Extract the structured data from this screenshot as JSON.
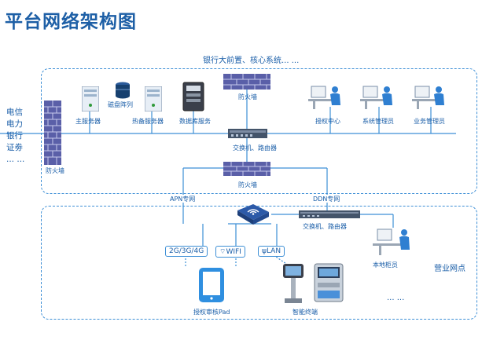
{
  "title": "平台网络架构图",
  "top_label": "银行大前置、核心系统... ...",
  "left_labels": [
    "电信",
    "电力",
    "银行",
    "证劵",
    "... ..."
  ],
  "nodes": {
    "left_firewall": "防火墙",
    "top_firewall": "防火墙",
    "mid_firewall": "防火墙",
    "main_server": "主服务器",
    "disk_array": "磁盘阵列",
    "hot_standby": "热备服务器",
    "db_server": "数据库服务",
    "switch_router_top": "交换机、路由器",
    "auth_center": "授权中心",
    "sys_admin": "系统管理员",
    "biz_admin": "业务管理员",
    "apn": "APN专网",
    "ddn": "DDN专网",
    "switch_router_bottom": "交换机、路由器",
    "net_2g": "2G/3G/4G",
    "net_wifi": "WIFI",
    "net_lan": "LAN",
    "local_teller": "本地柜员",
    "business_outlet": "营业网点",
    "auth_pad": "授权审核Pad",
    "smart_terminal": "智能终端",
    "ellipsis": "... ..."
  }
}
